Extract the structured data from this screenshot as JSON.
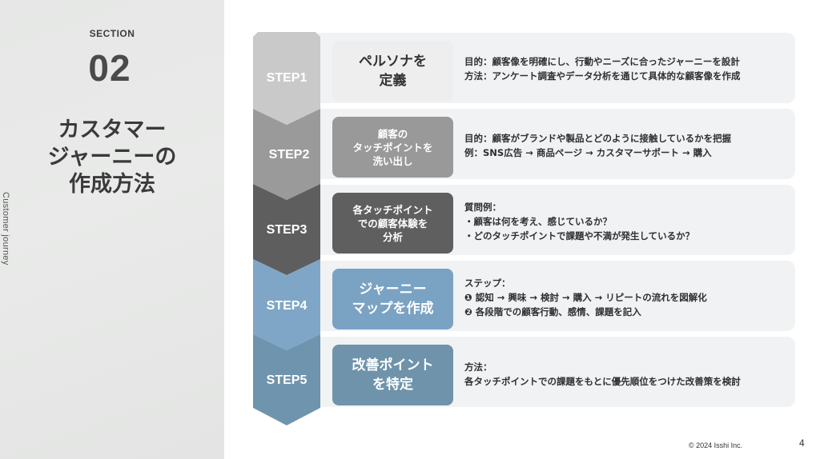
{
  "section": {
    "label": "SECTION",
    "number": "02",
    "title": "カスタマー\nジャーニーの\n作成方法",
    "side_label": "Customer journey"
  },
  "steps": [
    {
      "label": "STEP1",
      "title": "ペルソナを\n定義",
      "chevron_color": "#c9c9c9",
      "box_color": "#eeeeee",
      "box_text_color": "#333333",
      "description": "目的：顧客像を明確にし、行動やニーズに合ったジャーニーを設計\n方法：アンケート調査やデータ分析を通じて具体的な顧客像を作成"
    },
    {
      "label": "STEP2",
      "title": "顧客の\nタッチポイントを\n洗い出し",
      "chevron_color": "#9a9a9a",
      "box_color": "#999999",
      "box_text_color": "#ffffff",
      "description": "目的：顧客がブランドや製品とどのように接触しているかを把握\n例：SNS広告 → 商品ページ → カスタマーサポート → 購入"
    },
    {
      "label": "STEP3",
      "title": "各タッチポイント\nでの顧客体験を\n分析",
      "chevron_color": "#5e5e5e",
      "box_color": "#5f5f5f",
      "box_text_color": "#ffffff",
      "description": "質問例：\n・顧客は何を考え、感じているか？\n・どのタッチポイントで課題や不満が発生しているか？"
    },
    {
      "label": "STEP4",
      "title": "ジャーニー\nマップを作成",
      "chevron_color": "#7fa6c6",
      "box_color": "#7aa2c3",
      "box_text_color": "#ffffff",
      "description": "ステップ：\n❶ 認知 → 興味 → 検討 → 購入 → リピートの流れを図解化\n❷ 各段階での顧客行動、感情、課題を記入"
    },
    {
      "label": "STEP5",
      "title": "改善ポイント\nを特定",
      "chevron_color": "#6f94ad",
      "box_color": "#6f93ab",
      "box_text_color": "#ffffff",
      "description": "方法：\n各タッチポイントでの課題をもとに優先順位をつけた改善策を検討"
    }
  ],
  "footer": {
    "copyright": "© 2024 Isshi Inc.",
    "page_number": "4"
  }
}
